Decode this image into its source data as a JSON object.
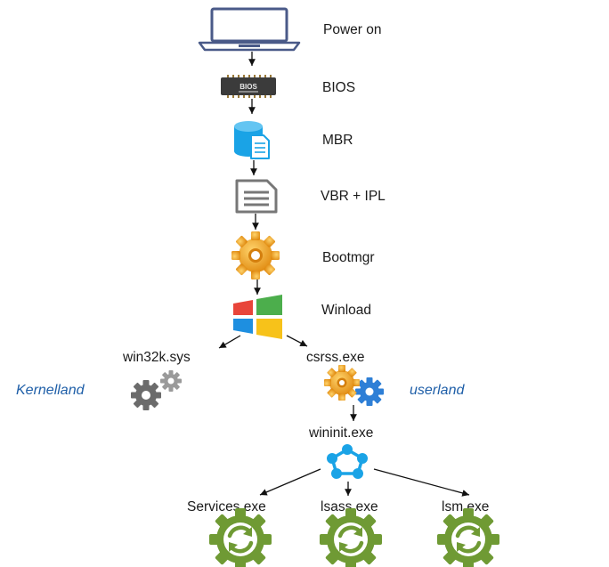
{
  "stages": {
    "power_on": "Power on",
    "bios": "BIOS",
    "bios_chip_text": "BIOS",
    "mbr": "MBR",
    "vbr_ipl": "VBR + IPL",
    "bootmgr": "Bootmgr",
    "winload": "Winload",
    "win32k": "win32k.sys",
    "csrss": "csrss.exe",
    "wininit": "wininit.exe",
    "services": "Services.exe",
    "lsass": "lsass.exe",
    "lsm": "lsm.exe"
  },
  "sides": {
    "kernel": "Kernelland",
    "user": "userland"
  },
  "icons": {
    "power_on": "laptop-icon",
    "bios": "bios-chip-icon",
    "mbr": "database-document-icon",
    "vbr_ipl": "document-icon",
    "bootmgr": "gear-icon",
    "winload": "windows-logo-icon",
    "kernel": "gears-icon",
    "csrss": "gears-icon",
    "wininit": "network-nodes-icon",
    "services": "refresh-gear-icon",
    "lsass": "refresh-gear-icon",
    "lsm": "refresh-gear-icon"
  },
  "colors": {
    "side_label": "#1f5fa8",
    "laptop": "#4a5a88",
    "mbr_blue": "#1aa3e6",
    "gear_orange": "#f0a020",
    "win_red": "#e8453a",
    "win_green": "#4cae4c",
    "win_blue": "#1e8fe0",
    "win_yellow": "#f7c21a",
    "service_green": "#6f9a34"
  }
}
